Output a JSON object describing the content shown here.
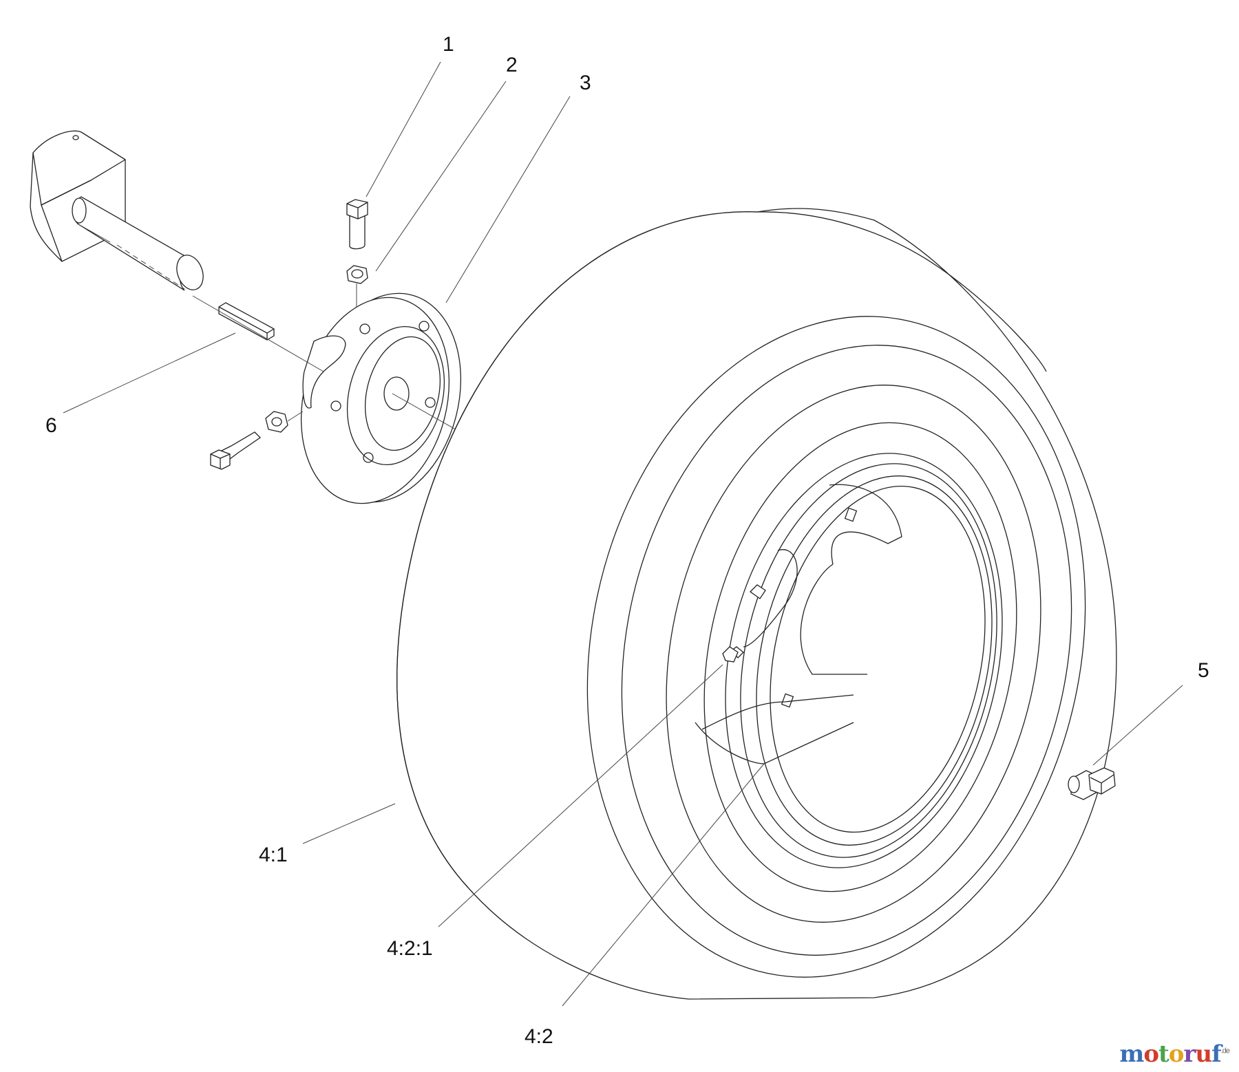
{
  "callouts": {
    "p1": "1",
    "p2": "2",
    "p3": "3",
    "p4_1": "4:1",
    "p4_2": "4:2",
    "p4_2_1": "4:2:1",
    "p5": "5",
    "p6": "6"
  },
  "watermark": {
    "letters": [
      "m",
      "o",
      "t",
      "o",
      "r",
      "u",
      "f"
    ],
    "colors": [
      "#3b6fb6",
      "#d23c2c",
      "#4aa34a",
      "#e3a21a",
      "#7a4bb0",
      "#d23c2c",
      "#3b6fb6"
    ],
    "suffix": ".de"
  }
}
